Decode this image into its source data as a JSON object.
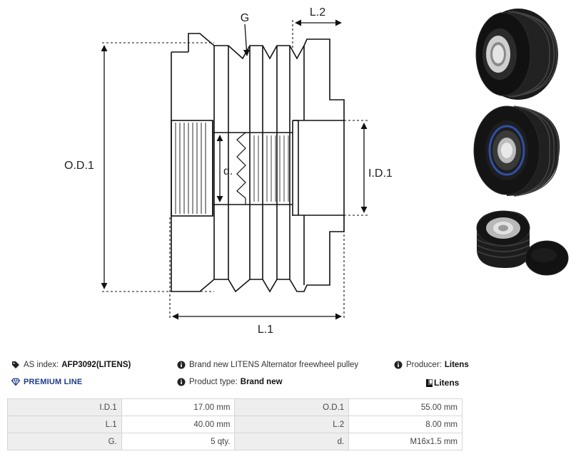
{
  "drawing": {
    "labels": {
      "g": "G",
      "l2": "L.2",
      "od1": "O.D.1",
      "d": "d.",
      "id1": "I.D.1",
      "l1": "L.1"
    }
  },
  "photos": [
    {
      "name": "pulley-photo-front"
    },
    {
      "name": "pulley-photo-back"
    },
    {
      "name": "pulley-photo-with-cap"
    }
  ],
  "info": {
    "as_index_label": "AS index:",
    "as_index_value": "AFP3092(LITENS)",
    "description": "Brand new LITENS Alternator freewheel pulley",
    "producer_label": "Producer:",
    "producer_value": "Litens",
    "premium_line": "PREMIUM LINE",
    "product_type_label": "Product type:",
    "product_type_value": "Brand new",
    "brand_logo_text": "Litens",
    "icons": {
      "tag": "tag-icon",
      "info": "info-icon",
      "diamond": "diamond-icon"
    },
    "premium_color": "#1e3a8a"
  },
  "params": {
    "rows": [
      [
        {
          "label": "I.D.1",
          "value": "17.00 mm"
        },
        {
          "label": "O.D.1",
          "value": "55.00 mm"
        }
      ],
      [
        {
          "label": "L.1",
          "value": "40.00 mm"
        },
        {
          "label": "L.2",
          "value": "8.00 mm"
        }
      ],
      [
        {
          "label": "G.",
          "value": "5 qty."
        },
        {
          "label": "d.",
          "value": "M16x1.5 mm"
        }
      ]
    ]
  }
}
